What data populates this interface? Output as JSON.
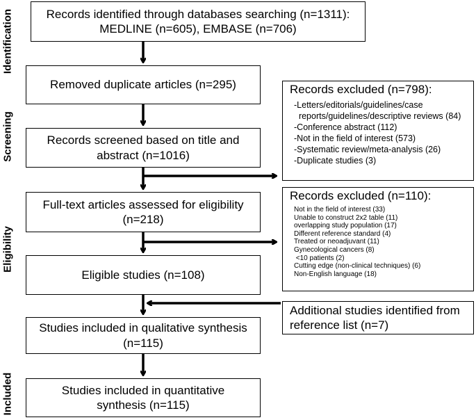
{
  "stages": {
    "identification": "Identification",
    "screening": "Screening",
    "eligibility": "Eligibility",
    "included": "Included"
  },
  "boxes": {
    "identified_line1": "Records identified through databases searching (n=1311):",
    "identified_line2": "MEDLINE (n=605), EMBASE (n=706)",
    "duplicates": "Removed duplicate articles (n=295)",
    "screened_line1": "Records screened based on title and",
    "screened_line2": "abstract (n=1016)",
    "fulltext_line1": "Full-text articles assessed for eligibility",
    "fulltext_line2": "(n=218)",
    "eligible": "Eligible studies (n=108)",
    "qualitative_line1": "Studies included in qualitative synthesis",
    "qualitative_line2": "(n=115)",
    "quantitative_line1": "Studies included in quantitative",
    "quantitative_line2": "synthesis (n=115)"
  },
  "excluded_screening": {
    "title": "Records excluded (n=798):",
    "items": [
      "-Letters/editorials/guidelines/case",
      "  reports/guidelines/descriptive reviews (84)",
      "-Conference abstract (112)",
      "-Not in the field of interest (573)",
      "-Systematic review/meta-analysis (26)",
      "-Duplicate studies (3)"
    ]
  },
  "excluded_eligibility": {
    "title": "Records excluded (n=110):",
    "items": [
      "Not in the field of interest (33)",
      "Unable to construct 2x2 table (11)",
      "overlapping study population (17)",
      "Different reference standard (4)",
      "Treated or neoadjuvant (11)",
      "Gynecological cancers (8)",
      " <10 patients (2)",
      "Cutting edge (non-clinical techniques) (6)",
      "Non-English language (18)"
    ]
  },
  "additional": {
    "line1": "Additional studies identified from",
    "line2": "reference list (n=7)"
  }
}
